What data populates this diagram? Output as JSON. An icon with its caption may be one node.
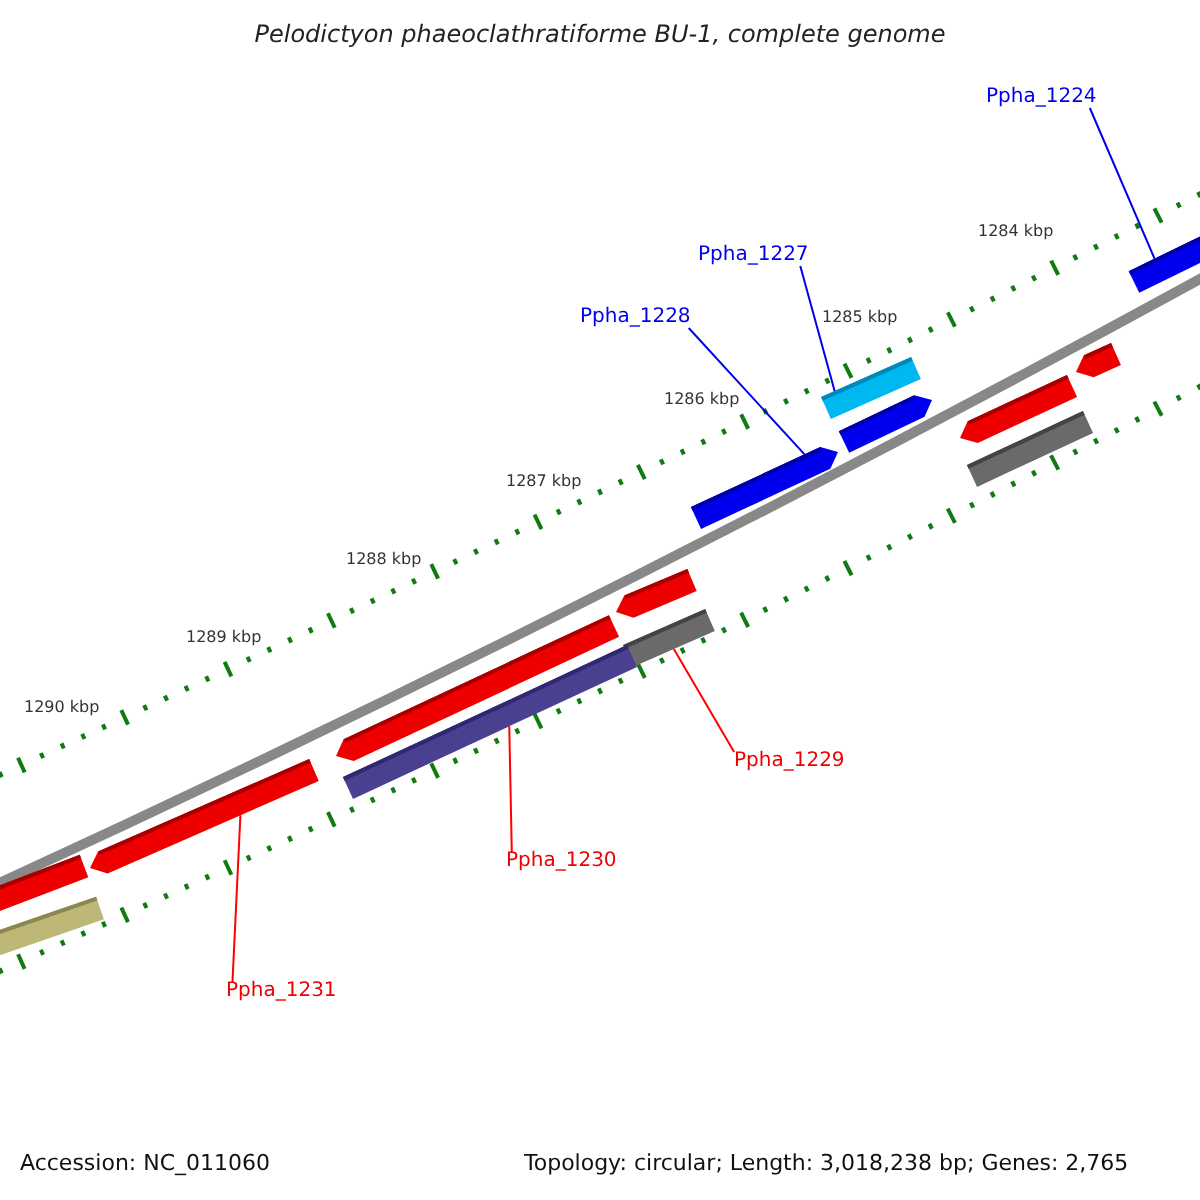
{
  "diagram": {
    "title": "Pelodictyon phaeoclathratiforme BU-1, complete genome",
    "nodes": [
      {
        "text": [
          "Ppha_1224"
        ]
      },
      {
        "text": [
          "Ppha_1227"
        ]
      },
      {
        "text": [
          "Ppha_1228"
        ]
      },
      {
        "text": [
          "Ppha_1229"
        ]
      },
      {
        "text": [
          "Ppha_1230"
        ]
      },
      {
        "text": [
          "Ppha_1231"
        ]
      },
      {
        "text": [],
        "shape": "arrow"
      },
      {
        "text": [],
        "shape": "bar"
      },
      {
        "text": [],
        "shape": "arrow"
      },
      {
        "text": [],
        "shape": "bar"
      },
      {
        "text": [],
        "shape": "bar"
      },
      {
        "text": [],
        "shape": "arrow"
      }
    ],
    "edges": [
      {
        "from": 0,
        "to": 6,
        "arrow": "none"
      },
      {
        "from": 1,
        "to": 7,
        "arrow": "none"
      },
      {
        "from": 2,
        "to": 8,
        "arrow": "none"
      },
      {
        "from": 3,
        "to": 9,
        "arrow": "none",
        "color": "#ff0000"
      },
      {
        "from": 4,
        "to": 10,
        "arrow": "none",
        "color": "#ff0000"
      },
      {
        "from": 5,
        "to": 11,
        "arrow": "none",
        "color": "#ff0000"
      }
    ],
    "labels": [
      "1284 kbp",
      "1285 kbp",
      "1286 kbp",
      "1287 kbp",
      "1288 kbp",
      "1289 kbp",
      "1290 kbp",
      "Accession: NC_011060",
      "Topology: circular; Length: 3,018,238 bp; Genes: 2,765"
    ]
  }
}
